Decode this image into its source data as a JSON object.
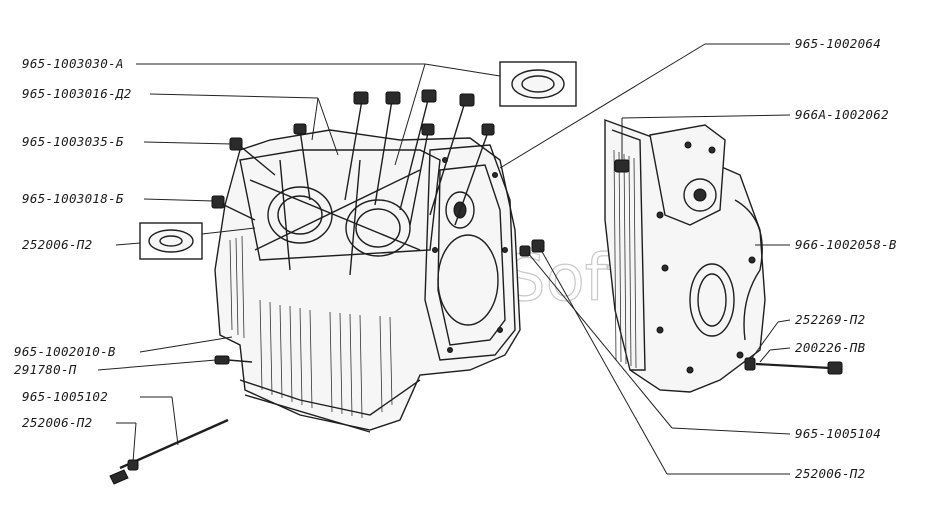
{
  "watermark": "Soft",
  "labels": {
    "p965_1003030_a": "965-1003030-А",
    "p965_1003016_d2": "965-1003016-Д2",
    "p965_1003035_b": "965-1003035-Б",
    "p965_1003018_b": "965-1003018-Б",
    "p252006_p2_left": "252006-П2",
    "p965_1002010_v": "965-1002010-В",
    "p291780_p": "291780-П",
    "p965_1005102": "965-1005102",
    "p252006_p2_lower": "252006-П2",
    "p965_1002064": "965-1002064",
    "p966a_1002062": "966А-1002062",
    "p966_1002058_v": "966-1002058-В",
    "p252269_p2": "252269-П2",
    "p200226_pv": "200226-ПВ",
    "p965_1005104": "965-1005104",
    "p252006_p2_right": "252006-П2"
  }
}
